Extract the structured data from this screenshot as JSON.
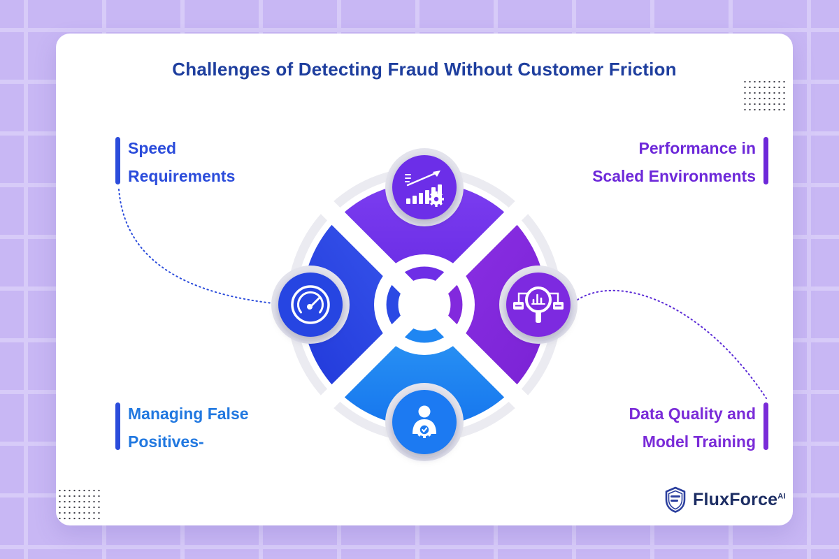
{
  "title": "Challenges of Detecting Fraud Without Customer Friction",
  "callouts": {
    "top_left": {
      "lines": [
        "Speed",
        "Requirements"
      ],
      "accent": "#2b4cdb",
      "text_color": "#2b4cdb"
    },
    "top_right": {
      "lines": [
        "Performance in",
        "Scaled Environments"
      ],
      "accent": "#6d28d9",
      "text_color": "#6d28d9"
    },
    "bottom_left": {
      "lines": [
        "Managing False",
        "Positives-"
      ],
      "accent": "#2b4cdb",
      "text_color": "#2178e0"
    },
    "bottom_right": {
      "lines": [
        "Data Quality and",
        "Model Training"
      ],
      "accent": "#7a2bd8",
      "text_color": "#7a2bd8"
    }
  },
  "wheel": {
    "quadrants": [
      {
        "position": "top",
        "icon": "growth-chart-gear-icon",
        "wedge_color": "#7034ea",
        "badge_color": "#6c2fe8"
      },
      {
        "position": "right",
        "icon": "magnifier-data-nodes-icon",
        "wedge_color": "#822ade",
        "badge_color": "#7d2ae0"
      },
      {
        "position": "bottom",
        "icon": "user-gear-check-icon",
        "wedge_color": "#2190f3",
        "badge_color": "#1b7af2"
      },
      {
        "position": "left",
        "icon": "speedometer-icon",
        "wedge_color": "#2b49e4",
        "badge_color": "#2744e2"
      }
    ]
  },
  "logo": {
    "brand": "FluxForce",
    "superscript": "AI"
  },
  "palette": {
    "background": "#c8b7f4",
    "grid_line": "#d7cbf8",
    "card": "#ffffff",
    "title_text": "#1e3e9e",
    "gray_ring": "#ebebf1",
    "dotted_connector_left": "#2b4cdb",
    "dotted_connector_right": "#5b2bd6",
    "dots_decoration": "#3c3c46",
    "logo_text": "#1c2d63",
    "logo_shield": "#2b3f9e"
  }
}
